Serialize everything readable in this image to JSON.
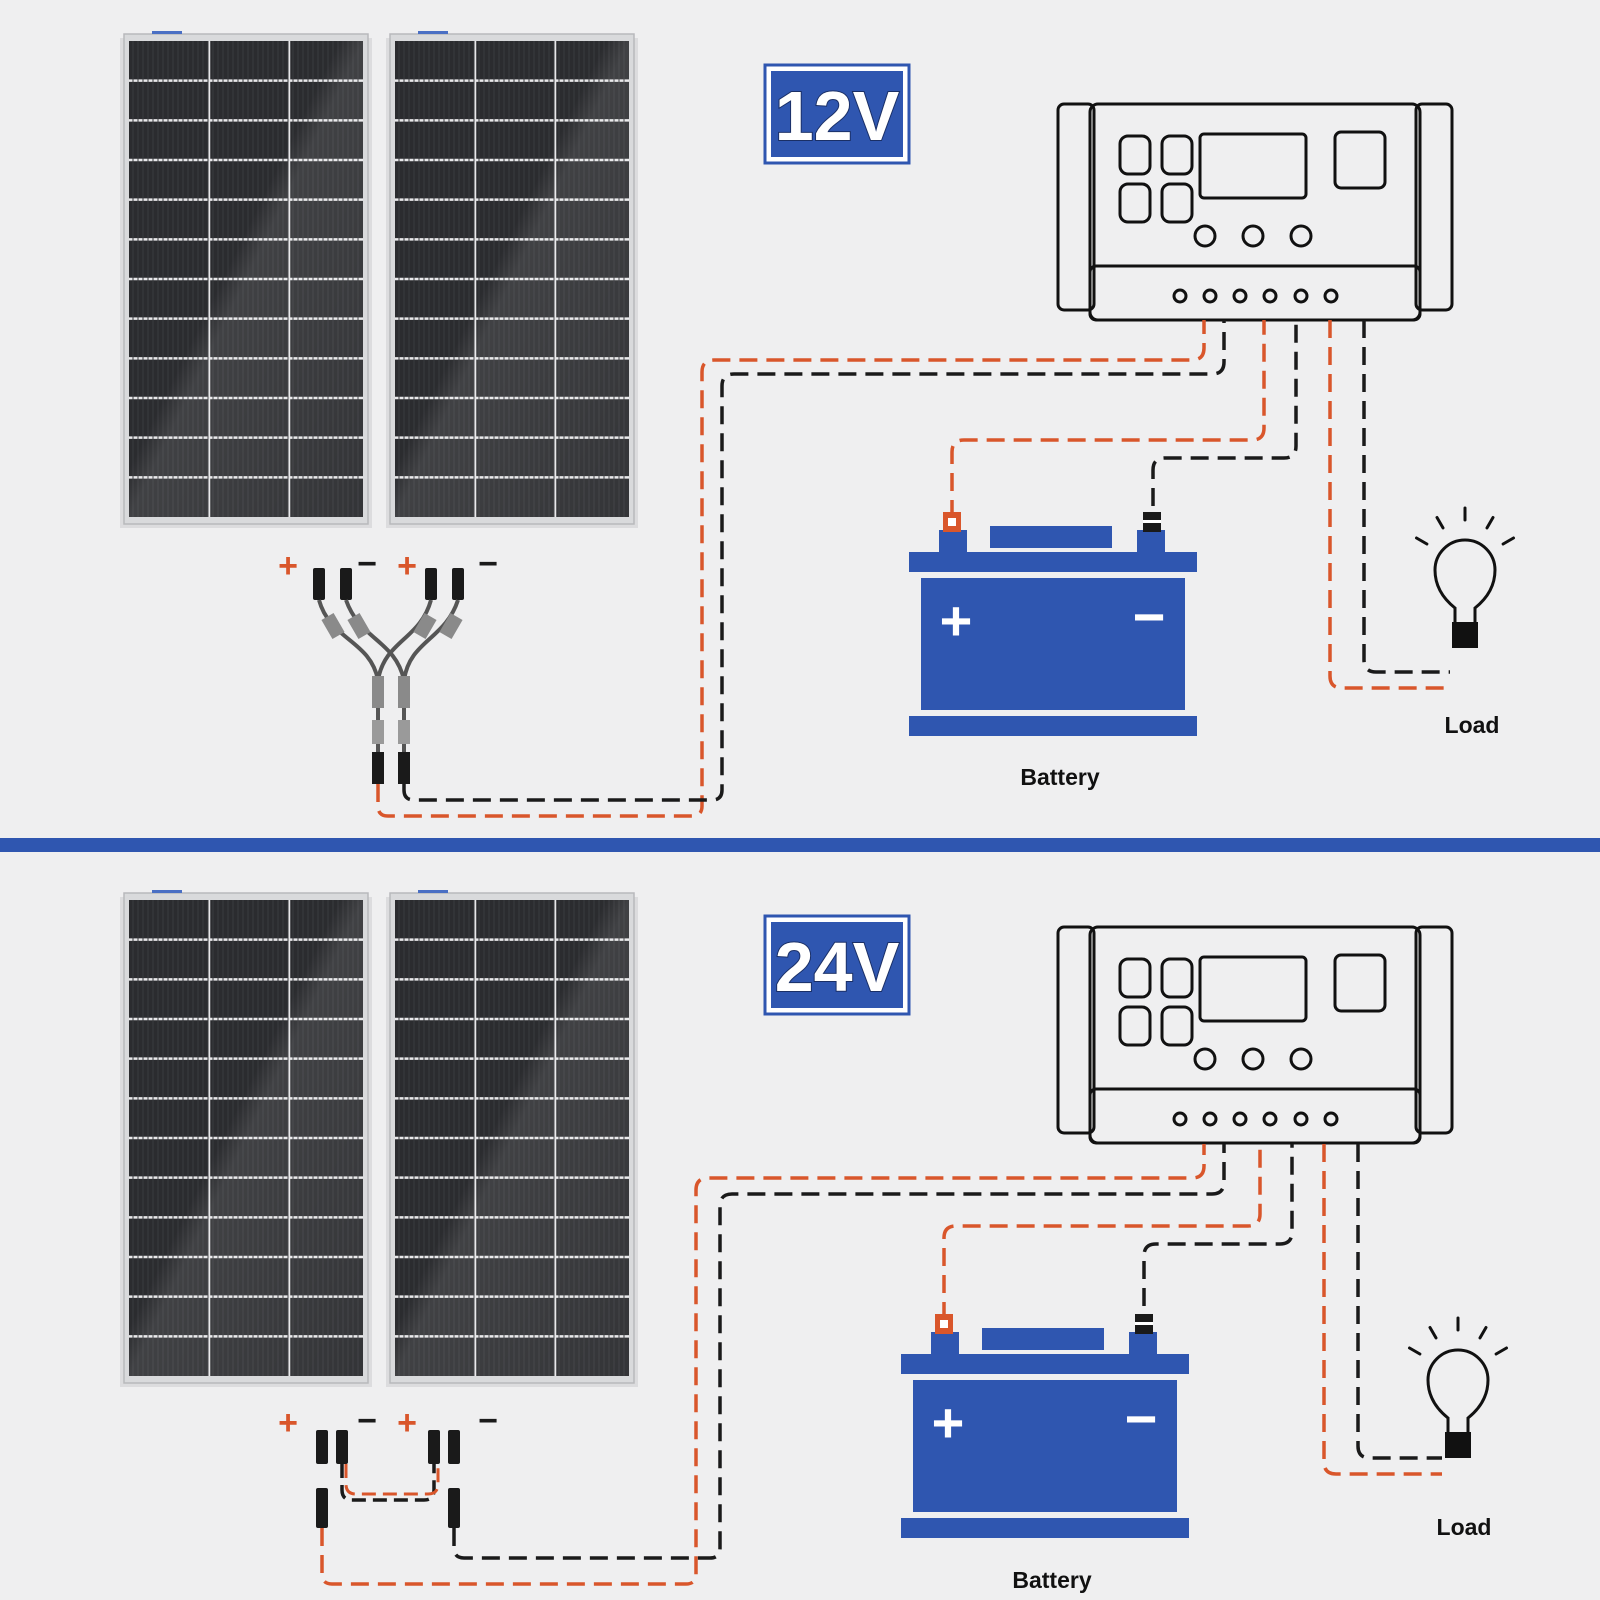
{
  "colors": {
    "background": "#efeff0",
    "accent_blue": "#2f56b0",
    "positive_wire": "#d9562b",
    "negative_wire": "#1a1a1a",
    "panel_cell": "#2b2c2f",
    "panel_frame": "#d9dadc"
  },
  "icons": {
    "controller": "charge-controller-icon",
    "battery": "battery-icon",
    "load": "light-bulb-icon",
    "panel": "solar-panel-icon",
    "connector": "mc4-connector-icon"
  },
  "sections": [
    {
      "id": "12v",
      "wiring": "parallel",
      "voltage_badge": "12V",
      "battery_label": "Battery",
      "load_label": "Load",
      "battery_plus": "+",
      "battery_minus": "−",
      "panel_count": 2,
      "panel_terminals": [
        "+",
        "−",
        "+",
        "−"
      ]
    },
    {
      "id": "24v",
      "wiring": "series",
      "voltage_badge": "24V",
      "battery_label": "Battery",
      "load_label": "Load",
      "battery_plus": "+",
      "battery_minus": "−",
      "panel_count": 2,
      "panel_terminals": [
        "+",
        "−",
        "+",
        "−"
      ]
    }
  ]
}
